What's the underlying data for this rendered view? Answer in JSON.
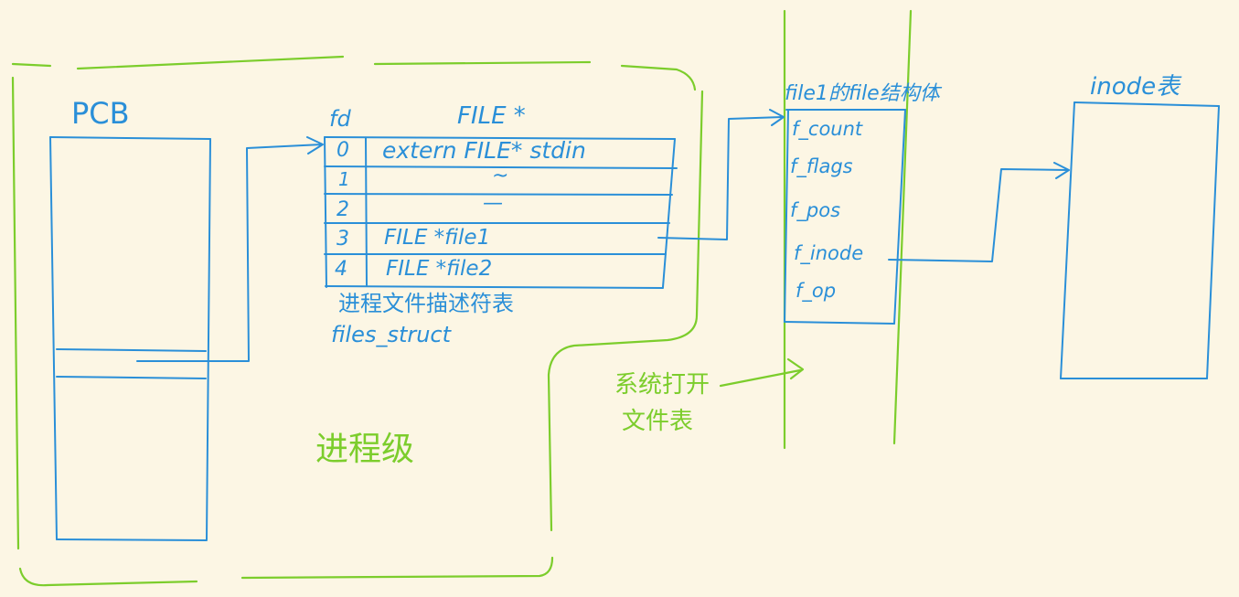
{
  "colors": {
    "blue": "#2a8fd8",
    "green": "#7ccd2c",
    "background": "#fcf6e4"
  },
  "pcb": {
    "label": "PCB"
  },
  "fd_table": {
    "header_fd": "fd",
    "header_file": "FILE *",
    "rows": [
      {
        "fd": "0",
        "value": "extern  FILE*  stdin"
      },
      {
        "fd": "1",
        "value": "~"
      },
      {
        "fd": "2",
        "value": "—"
      },
      {
        "fd": "3",
        "value": "FILE  *file1"
      },
      {
        "fd": "4",
        "value": "FILE  *file2"
      }
    ],
    "caption": "进程文件描述符表",
    "struct_name": "files_struct"
  },
  "process_level": {
    "label": "进程级"
  },
  "file_struct": {
    "title": "file1的file结构体",
    "fields": [
      "f_count",
      "f_flags",
      "f_pos",
      "f_inode",
      "f_op"
    ]
  },
  "system_table": {
    "line1": "系统打开",
    "line2": "文件表"
  },
  "inode_table": {
    "title": "inode表"
  }
}
